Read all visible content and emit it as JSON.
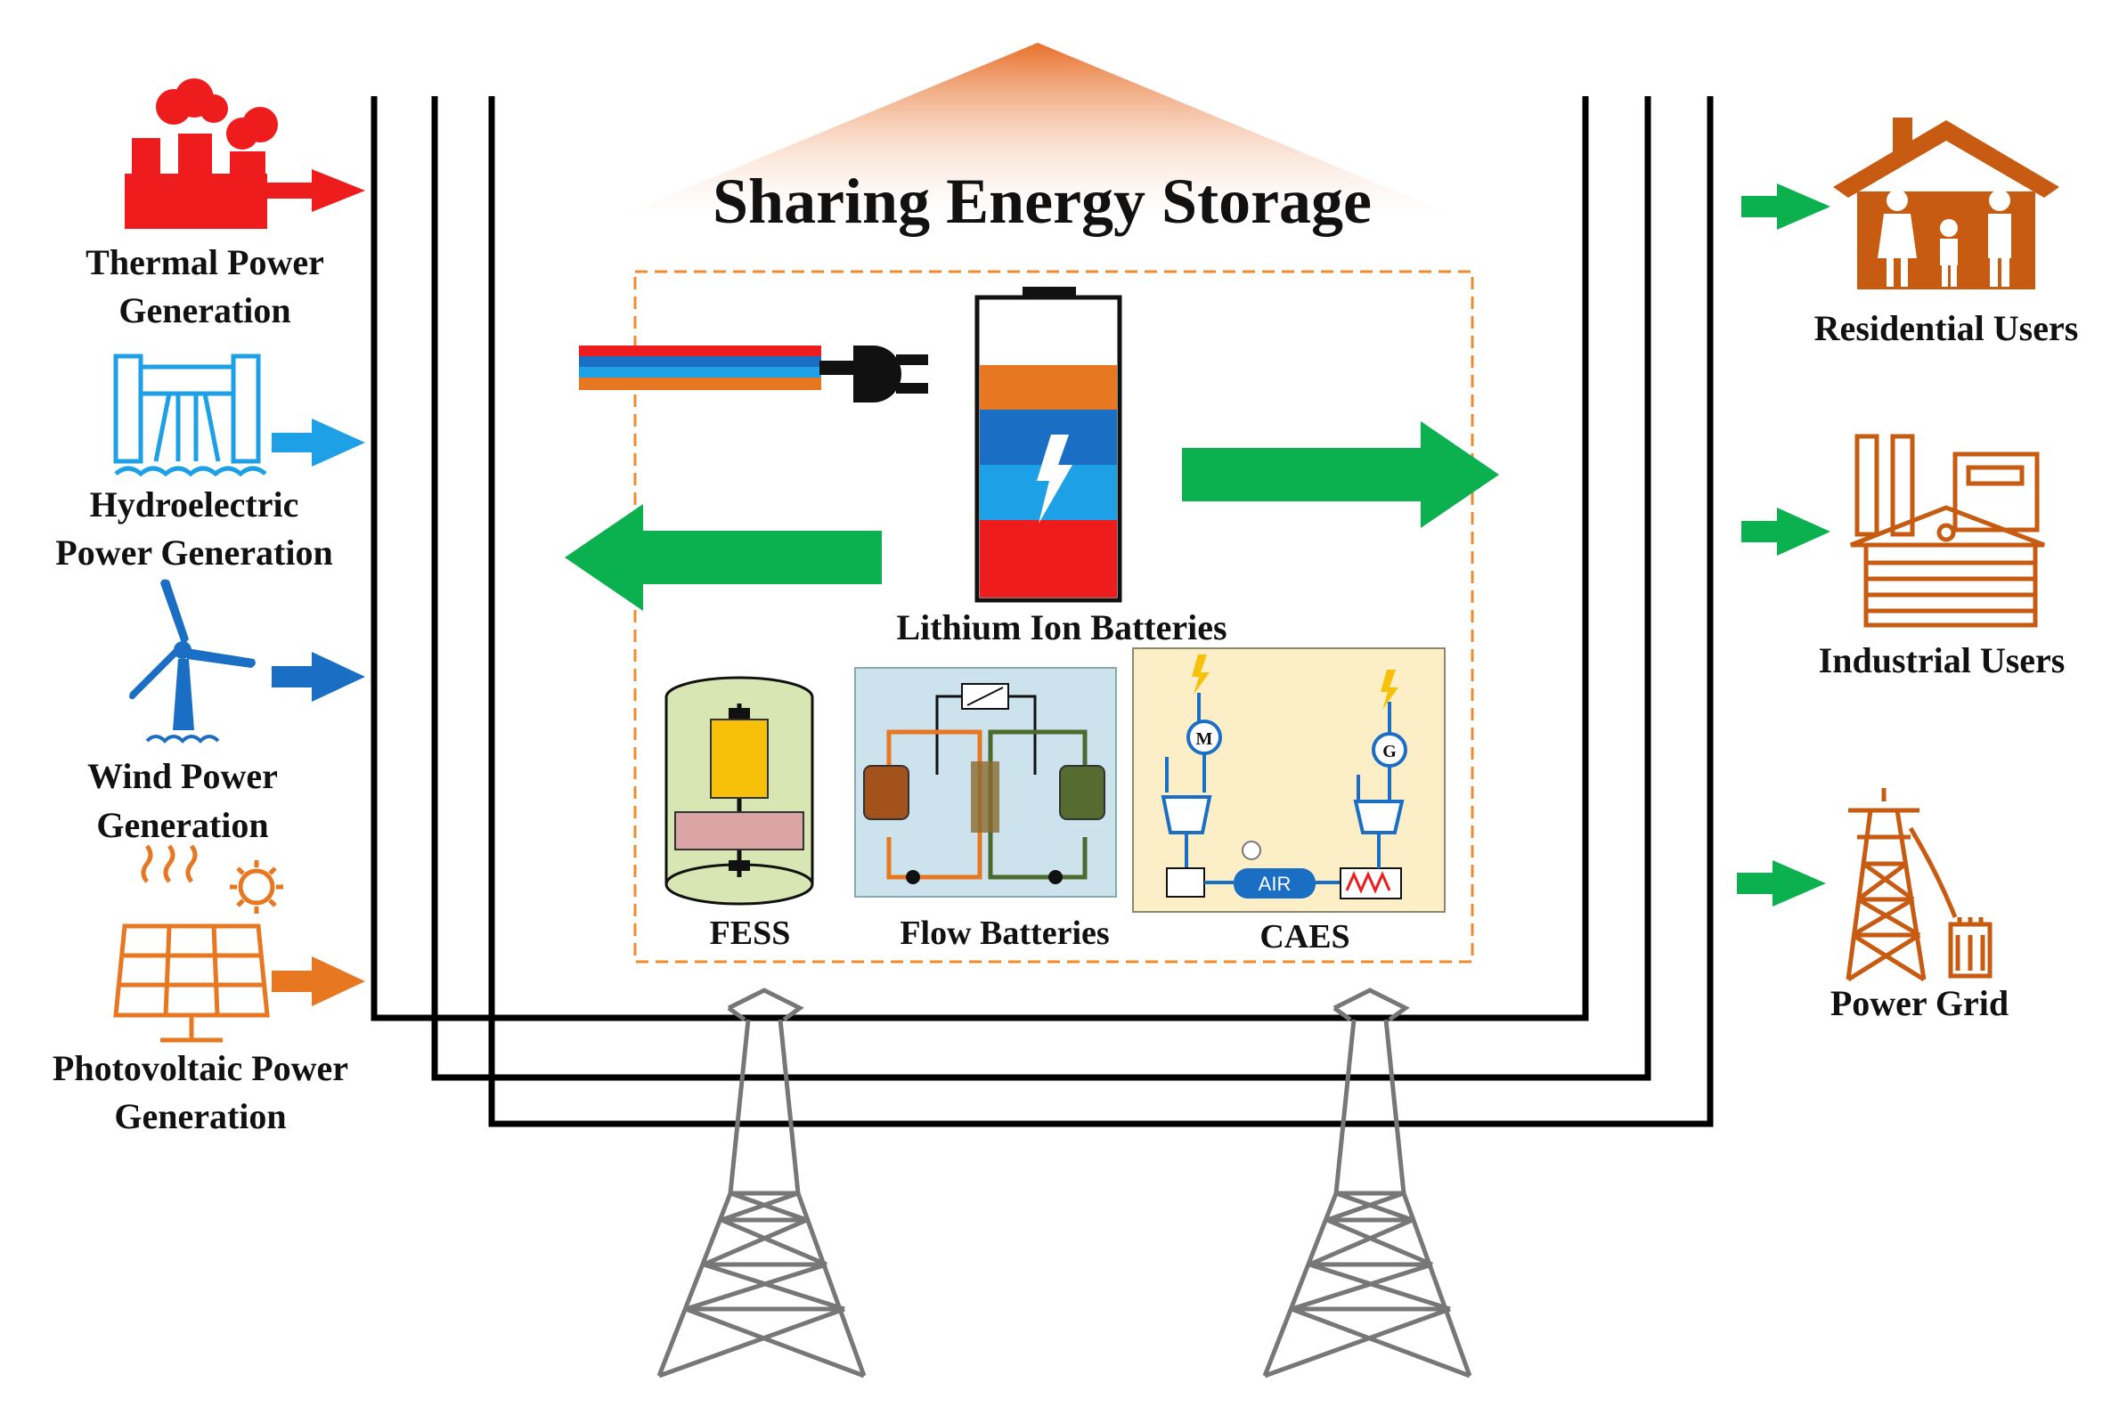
{
  "title": "Sharing Energy Storage",
  "sources": [
    {
      "id": "thermal",
      "line1": "Thermal Power",
      "line2": "Generation",
      "color": "#ee1c1c",
      "icon": "thermal-plant-icon"
    },
    {
      "id": "hydro",
      "line1": "Hydroelectric",
      "line2": "Power Generation",
      "color": "#1ea0e6",
      "icon": "hydro-dam-icon"
    },
    {
      "id": "wind",
      "line1": "Wind Power",
      "line2": "Generation",
      "color": "#1a6fc4",
      "icon": "wind-turbine-icon"
    },
    {
      "id": "pv",
      "line1": "Photovoltaic Power",
      "line2": "Generation",
      "color": "#e87722",
      "icon": "solar-panel-icon"
    }
  ],
  "storage": {
    "main": "Lithium Ion Batteries",
    "types": [
      "FESS",
      "Flow Batteries",
      "CAES"
    ],
    "caes_air_label": "AIR"
  },
  "users": [
    {
      "id": "residential",
      "label": "Residential Users",
      "icon": "house-family-icon"
    },
    {
      "id": "industrial",
      "label": "Industrial Users",
      "icon": "factory-icon"
    },
    {
      "id": "grid",
      "label": "Power Grid",
      "icon": "transmission-tower-icon"
    }
  ],
  "colors": {
    "green_arrow": "#0bb14f",
    "orange_user": "#c75b12",
    "dash_border": "#f08a2a",
    "roof_gradient_top": "#e8702a",
    "line": "#000000",
    "tower": "#777777"
  }
}
